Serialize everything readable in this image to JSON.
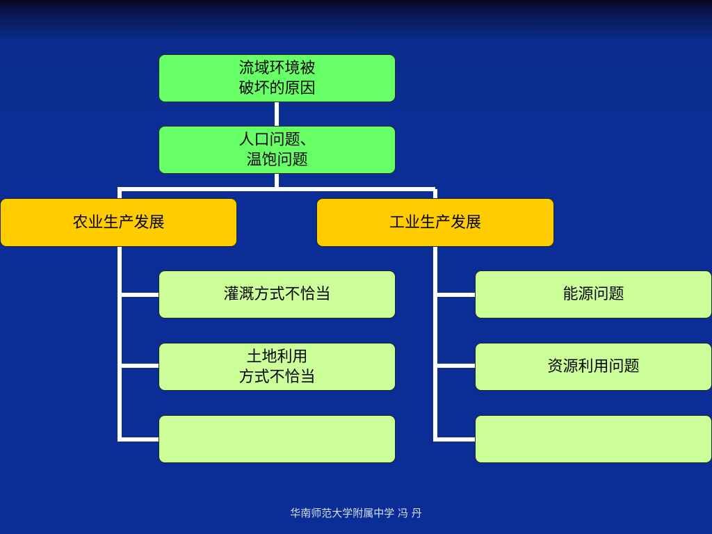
{
  "slide": {
    "background": "#0b2e96",
    "nodes": {
      "root": "流域环境被\n破坏的原因",
      "level2": "人口问题、\n温饱问题",
      "agriculture": "农业生产发展",
      "industry": "工业生产发展",
      "agri_items": [
        "灌溉方式不恰当",
        "土地利用\n方式不恰当",
        ""
      ],
      "indu_items": [
        "能源问题",
        "资源利用问题",
        ""
      ]
    },
    "colors": {
      "root_fill": "#66ff66",
      "branch_fill": "#ffcc00",
      "leaf_fill": "#ccff99",
      "connector": "#ffffff"
    },
    "footer": "华南师范大学附属中学 冯 丹"
  }
}
